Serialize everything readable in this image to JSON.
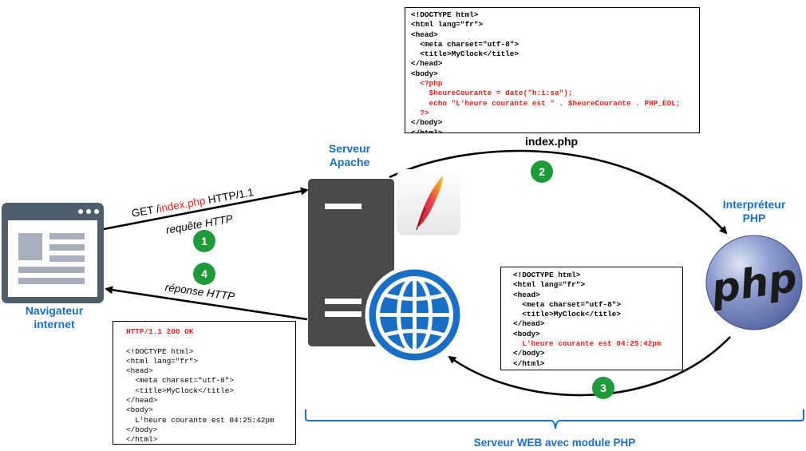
{
  "labels": {
    "browser": "Navigateur\ninternet",
    "server": "Serveur\nApache",
    "interpreter": "Interpréteur\nPHP",
    "module": "Serveur WEB avec module PHP",
    "file": "index.php",
    "request_prefix": "GET /",
    "request_file": "index.php",
    "request_suffix": " HTTP/1.1",
    "request_caption": "requête HTTP",
    "response_caption": "réponse HTTP"
  },
  "badges": [
    "1",
    "2",
    "3",
    "4"
  ],
  "source_code": [
    {
      "t": "<!DOCTYPE html>",
      "s": "blk"
    },
    {
      "t": "<html lang=\"fr\">",
      "s": "blk"
    },
    {
      "t": "<head>",
      "s": "blk"
    },
    {
      "t": "  <meta charset=\"utf-8\">",
      "s": "blk"
    },
    {
      "t": "  <title>MyClock</title>",
      "s": "blk"
    },
    {
      "t": "</head>",
      "s": "blk"
    },
    {
      "t": "<body>",
      "s": "blk"
    },
    {
      "t": "  <?php",
      "s": "red"
    },
    {
      "t": "    $heureCourante = date(\"h:i:sa\");",
      "s": "red"
    },
    {
      "t": "    echo \"L'heure courante est \" . $heureCourante . PHP_EOL;",
      "s": "red"
    },
    {
      "t": "  ?>",
      "s": "red"
    },
    {
      "t": "</body>",
      "s": "blk"
    },
    {
      "t": "</html>",
      "s": "blk"
    }
  ],
  "php_output": [
    {
      "t": "<!DOCTYPE html>",
      "s": "blk"
    },
    {
      "t": "<html lang=\"fr\">",
      "s": "blk"
    },
    {
      "t": "<head>",
      "s": "blk"
    },
    {
      "t": "  <meta charset=\"utf-8\">",
      "s": "blk"
    },
    {
      "t": "  <title>MyClock</title>",
      "s": "blk"
    },
    {
      "t": "</head>",
      "s": "blk"
    },
    {
      "t": "<body>",
      "s": "blk"
    },
    {
      "t": "  L'heure courante est 04:25:42pm",
      "s": "red"
    },
    {
      "t": "</body>",
      "s": "blk"
    },
    {
      "t": "</html>",
      "s": "blk"
    }
  ],
  "http_response": [
    {
      "t": "HTTP/1.1 200 OK",
      "s": "red"
    },
    {
      "t": "",
      "s": "reg"
    },
    {
      "t": "<!DOCTYPE html>",
      "s": "reg"
    },
    {
      "t": "<html lang=\"fr\">",
      "s": "reg"
    },
    {
      "t": "<head>",
      "s": "reg"
    },
    {
      "t": "  <meta charset=\"utf-8\">",
      "s": "reg"
    },
    {
      "t": "  <title>MyClock</title>",
      "s": "reg"
    },
    {
      "t": "</head>",
      "s": "reg"
    },
    {
      "t": "<body>",
      "s": "reg"
    },
    {
      "t": "  L'heure courante est 04:25:42pm",
      "s": "reg"
    },
    {
      "t": "</body>",
      "s": "reg"
    },
    {
      "t": "</html>",
      "s": "reg"
    }
  ],
  "colors": {
    "accent_blue": "#1a6fc4",
    "badge_green": "#1e9a3a",
    "code_red": "#e0241b",
    "server_gray": "#4a4a4a",
    "browser_slate": "#4f5d6b",
    "php_purple": "#6c7eb7"
  },
  "icons": [
    "browser-window-icon",
    "server-tower-icon",
    "apache-feather-icon",
    "globe-icon",
    "php-logo-icon"
  ]
}
